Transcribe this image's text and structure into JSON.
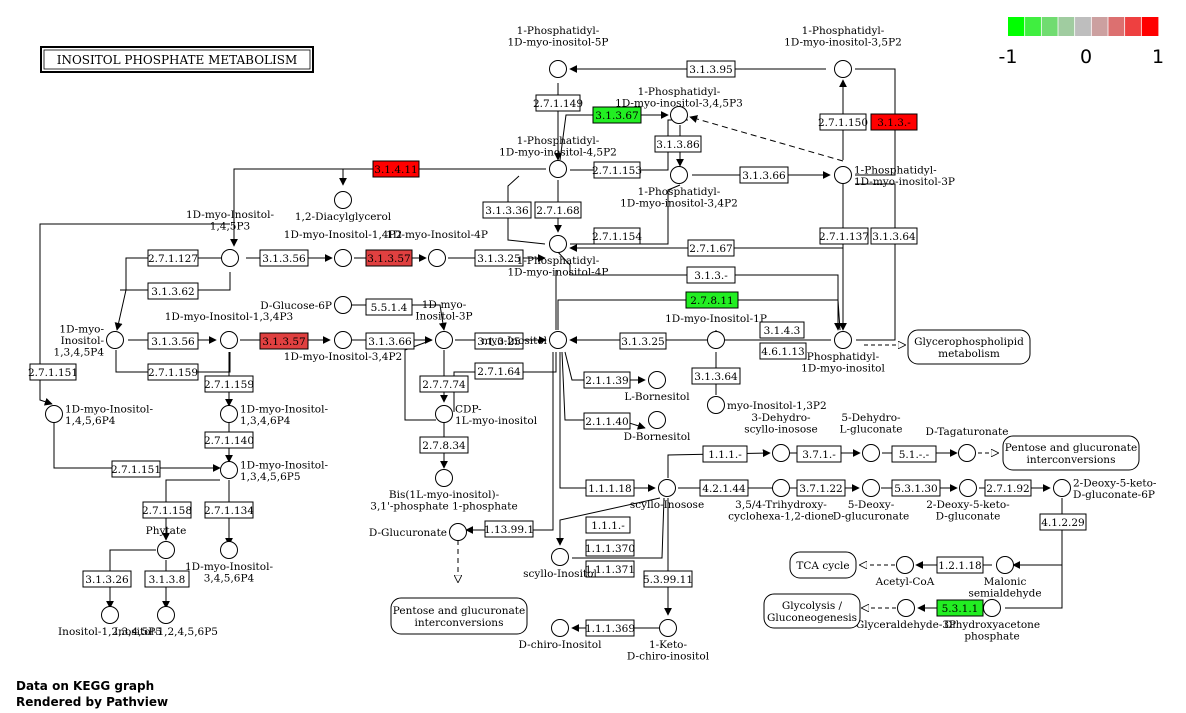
{
  "title": "INOSITOL PHOSPHATE METABOLISM",
  "legend": {
    "min": "-1",
    "mid": "0",
    "max": "1",
    "colors": [
      "#00ff00",
      "#40ee40",
      "#70dc70",
      "#a0cca0",
      "#bebebe",
      "#cca0a0",
      "#dc7070",
      "#ee4040",
      "#ff0000"
    ]
  },
  "credits": {
    "line1": "Data on KEGG graph",
    "line2": "Rendered by Pathview"
  },
  "colors": {
    "up": "#ff0000",
    "upmid": "#e04040",
    "down": "#22ee22",
    "none": "#ffffff"
  },
  "enzymes": [
    {
      "id": "e1",
      "label": "3.1.3.95",
      "fill": "none"
    },
    {
      "id": "e2",
      "label": "2.7.1.149",
      "fill": "none"
    },
    {
      "id": "e3",
      "label": "3.1.3.67",
      "fill": "down"
    },
    {
      "id": "e4",
      "label": "2.7.1.150",
      "fill": "none"
    },
    {
      "id": "e5",
      "label": "3.1.3.-",
      "fill": "up"
    },
    {
      "id": "e6",
      "label": "3.1.3.86",
      "fill": "none"
    },
    {
      "id": "e7",
      "label": "3.1.4.11",
      "fill": "up"
    },
    {
      "id": "e8",
      "label": "2.7.1.153",
      "fill": "none"
    },
    {
      "id": "e9",
      "label": "3.1.3.66",
      "fill": "none"
    },
    {
      "id": "e10",
      "label": "3.1.3.36",
      "fill": "none"
    },
    {
      "id": "e11",
      "label": "2.7.1.68",
      "fill": "none"
    },
    {
      "id": "e12",
      "label": "2.7.1.154",
      "fill": "none"
    },
    {
      "id": "e13",
      "label": "2.7.1.67",
      "fill": "none"
    },
    {
      "id": "e14",
      "label": "2.7.1.137",
      "fill": "none"
    },
    {
      "id": "e15",
      "label": "3.1.3.64",
      "fill": "none"
    },
    {
      "id": "e16",
      "label": "2.7.1.127",
      "fill": "none"
    },
    {
      "id": "e17",
      "label": "3.1.3.56",
      "fill": "none"
    },
    {
      "id": "e18",
      "label": "3.1.3.57",
      "fill": "upmid"
    },
    {
      "id": "e19",
      "label": "3.1.3.25",
      "fill": "none"
    },
    {
      "id": "e20",
      "label": "3.1.3.-",
      "fill": "none"
    },
    {
      "id": "e21",
      "label": "3.1.3.62",
      "fill": "none"
    },
    {
      "id": "e22",
      "label": "5.5.1.4",
      "fill": "none"
    },
    {
      "id": "e23",
      "label": "2.7.8.11",
      "fill": "down"
    },
    {
      "id": "e24",
      "label": "3.1.3.56",
      "fill": "none"
    },
    {
      "id": "e25",
      "label": "3.1.3.57",
      "fill": "upmid"
    },
    {
      "id": "e26",
      "label": "3.1.3.66",
      "fill": "none"
    },
    {
      "id": "e27",
      "label": "3.1.3.25",
      "fill": "none"
    },
    {
      "id": "e28",
      "label": "3.1.3.25",
      "fill": "none"
    },
    {
      "id": "e29",
      "label": "3.1.4.3",
      "fill": "none"
    },
    {
      "id": "e30",
      "label": "4.6.1.13",
      "fill": "none"
    },
    {
      "id": "e31",
      "label": "2.7.1.159",
      "fill": "none"
    },
    {
      "id": "e32",
      "label": "2.7.1.159",
      "fill": "none"
    },
    {
      "id": "e33",
      "label": "2.7.7.74",
      "fill": "none"
    },
    {
      "id": "e34",
      "label": "2.7.1.64",
      "fill": "none"
    },
    {
      "id": "e35",
      "label": "2.7.1.151",
      "fill": "none"
    },
    {
      "id": "e36",
      "label": "2.1.1.39",
      "fill": "none"
    },
    {
      "id": "e37",
      "label": "3.1.3.64",
      "fill": "none"
    },
    {
      "id": "e38",
      "label": "2.7.1.140",
      "fill": "none"
    },
    {
      "id": "e39",
      "label": "2.7.8.34",
      "fill": "none"
    },
    {
      "id": "e40",
      "label": "2.1.1.40",
      "fill": "none"
    },
    {
      "id": "e41",
      "label": "1.1.1.-",
      "fill": "none"
    },
    {
      "id": "e42",
      "label": "3.7.1.-",
      "fill": "none"
    },
    {
      "id": "e43",
      "label": "5.1.-.-",
      "fill": "none"
    },
    {
      "id": "e44",
      "label": "2.7.1.151",
      "fill": "none"
    },
    {
      "id": "e45",
      "label": "1.1.1.18",
      "fill": "none"
    },
    {
      "id": "e46",
      "label": "4.2.1.44",
      "fill": "none"
    },
    {
      "id": "e47",
      "label": "3.7.1.22",
      "fill": "none"
    },
    {
      "id": "e48",
      "label": "5.3.1.30",
      "fill": "none"
    },
    {
      "id": "e49",
      "label": "2.7.1.92",
      "fill": "none"
    },
    {
      "id": "e50",
      "label": "2.7.1.158",
      "fill": "none"
    },
    {
      "id": "e51",
      "label": "2.7.1.134",
      "fill": "none"
    },
    {
      "id": "e52",
      "label": "1.13.99.1",
      "fill": "none"
    },
    {
      "id": "e53",
      "label": "1.1.1.-",
      "fill": "none"
    },
    {
      "id": "e54",
      "label": "4.1.2.29",
      "fill": "none"
    },
    {
      "id": "e55",
      "label": "1.1.1.370",
      "fill": "none"
    },
    {
      "id": "e56",
      "label": "1.1.1.371",
      "fill": "none"
    },
    {
      "id": "e57",
      "label": "3.1.3.26",
      "fill": "none"
    },
    {
      "id": "e58",
      "label": "3.1.3.8",
      "fill": "none"
    },
    {
      "id": "e59",
      "label": "5.3.99.11",
      "fill": "none"
    },
    {
      "id": "e60",
      "label": "1.2.1.18",
      "fill": "none"
    },
    {
      "id": "e61",
      "label": "5.3.1.1",
      "fill": "down"
    },
    {
      "id": "e62",
      "label": "1.1.1.369",
      "fill": "none"
    }
  ],
  "compounds": [
    {
      "id": "c1",
      "label": [
        "1-Phosphatidyl-",
        "1D-myo-inositol-5P"
      ]
    },
    {
      "id": "c2",
      "label": [
        "1-Phosphatidyl-",
        "1D-myo-inositol-3,5P2"
      ]
    },
    {
      "id": "c3",
      "label": [
        "1-Phosphatidyl-",
        "1D-myo-inositol-3,4,5P3"
      ]
    },
    {
      "id": "c4",
      "label": [
        "1-Phosphatidyl-",
        "1D-myo-inositol-4,5P2"
      ]
    },
    {
      "id": "c5",
      "label": [
        "1,2-Diacylglycerol"
      ]
    },
    {
      "id": "c6",
      "label": [
        "1-Phosphatidyl-",
        "1D-myo-inositol-3,4P2"
      ]
    },
    {
      "id": "c7",
      "label": [
        "1-Phosphatidyl-",
        "1D-myo-inositol-3P"
      ]
    },
    {
      "id": "c8",
      "label": [
        "1D-myo-Inositol-",
        "1,4,5P3"
      ]
    },
    {
      "id": "c9",
      "label": [
        "1D-myo-Inositol-1,4P2"
      ]
    },
    {
      "id": "c10",
      "label": [
        "1D-myo-Inositol-4P"
      ]
    },
    {
      "id": "c11",
      "label": [
        "1-Phosphatidyl-",
        "1D-myo-inositol-4P"
      ]
    },
    {
      "id": "c12",
      "label": [
        "1D-myo-",
        "Inositol-",
        "1,3,4,5P4"
      ]
    },
    {
      "id": "c13",
      "label": [
        "1D-myo-Inositol-1,3,4P3"
      ]
    },
    {
      "id": "c14",
      "label": [
        "1D-myo-Inositol-3,4P2"
      ]
    },
    {
      "id": "c15",
      "label": [
        "D-Glucose-6P"
      ]
    },
    {
      "id": "c16",
      "label": [
        "1D-myo-",
        "Inositol-3P"
      ]
    },
    {
      "id": "c17",
      "label": [
        "myo-Inositol"
      ]
    },
    {
      "id": "c18",
      "label": [
        "1D-myo-Inositol-1P"
      ]
    },
    {
      "id": "c19",
      "label": [
        "Phosphatidyl-",
        "1D-myo-inositol"
      ]
    },
    {
      "id": "c20",
      "label": [
        "1D-myo-Inositol-",
        "1,4,5,6P4"
      ]
    },
    {
      "id": "c21",
      "label": [
        "1D-myo-Inositol-",
        "1,3,4,6P4"
      ]
    },
    {
      "id": "c22",
      "label": [
        "CDP-",
        "1L-myo-inositol"
      ]
    },
    {
      "id": "c23",
      "label": [
        "L-Bornesitol"
      ]
    },
    {
      "id": "c24",
      "label": [
        "myo-Inositol-1,3P2"
      ]
    },
    {
      "id": "c25",
      "label": [
        "D-Bornesitol"
      ]
    },
    {
      "id": "c26",
      "label": [
        "1D-myo-Inositol-",
        "1,3,4,5,6P5"
      ]
    },
    {
      "id": "c27",
      "label": [
        "Bis(1L-myo-inositol)-",
        "3,1'-phosphate 1-phosphate"
      ]
    },
    {
      "id": "c28",
      "label": [
        "3-Dehydro-",
        "scyllo-inosose"
      ]
    },
    {
      "id": "c29",
      "label": [
        "5-Dehydro-",
        "L-gluconate"
      ]
    },
    {
      "id": "c30",
      "label": [
        "D-Tagaturonate"
      ]
    },
    {
      "id": "c31",
      "label": [
        "scyllo-Inosose"
      ]
    },
    {
      "id": "c32",
      "label": [
        "3,5/4-Trihydroxy-",
        "cyclohexa-1,2-dione"
      ]
    },
    {
      "id": "c33",
      "label": [
        "5-Deoxy-",
        "D-glucuronate"
      ]
    },
    {
      "id": "c34",
      "label": [
        "2-Deoxy-5-keto-",
        "D-gluconate"
      ]
    },
    {
      "id": "c35",
      "label": [
        "2-Deoxy-5-keto-",
        "D-gluconate-6P"
      ]
    },
    {
      "id": "c36",
      "label": [
        "Phytate"
      ]
    },
    {
      "id": "c37",
      "label": [
        "1D-myo-Inositol-",
        "3,4,5,6P4"
      ]
    },
    {
      "id": "c38",
      "label": [
        "D-Glucuronate"
      ]
    },
    {
      "id": "c39",
      "label": [
        "scyllo-Inositol"
      ]
    },
    {
      "id": "c40",
      "label": [
        "Acetyl-CoA"
      ]
    },
    {
      "id": "c41",
      "label": [
        "Malonic",
        "semialdehyde"
      ]
    },
    {
      "id": "c42",
      "label": [
        "Inositol-1,2,3,4,5P5"
      ]
    },
    {
      "id": "c43",
      "label": [
        "Inositol-1,2,4,5,6P5"
      ]
    },
    {
      "id": "c44",
      "label": [
        "Glyceraldehyde-3P"
      ]
    },
    {
      "id": "c45",
      "label": [
        "Dihydroxyacetone",
        "phosphate"
      ]
    },
    {
      "id": "c46",
      "label": [
        "D-chiro-Inositol"
      ]
    },
    {
      "id": "c47",
      "label": [
        "1-Keto-",
        "D-chiro-inositol"
      ]
    }
  ],
  "pathways": [
    {
      "id": "p1",
      "label": [
        "Glycerophospholipid",
        "metabolism"
      ]
    },
    {
      "id": "p2",
      "label": [
        "Pentose and glucuronate",
        "interconversions"
      ]
    },
    {
      "id": "p3",
      "label": [
        "TCA cycle"
      ]
    },
    {
      "id": "p4",
      "label": [
        "Glycolysis /",
        "Gluconeogenesis"
      ]
    },
    {
      "id": "p5",
      "label": [
        "Pentose and glucuronate",
        "interconversions"
      ]
    }
  ]
}
